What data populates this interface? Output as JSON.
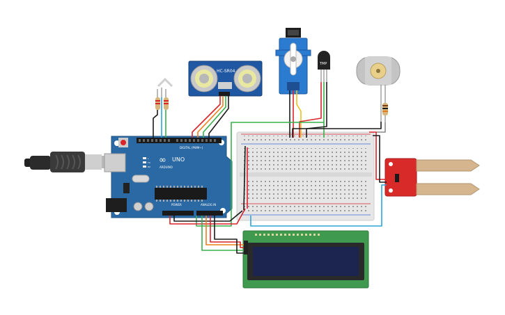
{
  "arduino": {
    "brand_logo": "∞",
    "board_name": "UNO",
    "brand_text": "ARDUINO",
    "digital_label": "DIGITAL (PWM~)",
    "power_label": "POWER",
    "analog_label": "ANALOG IN"
  },
  "ultrasonic": {
    "label": "HC-SR04"
  },
  "temp_sensor": {
    "label": "TMP"
  },
  "colors": {
    "board": "#2a69a3",
    "breadboard": "#e6e6e6",
    "lcd_pcb": "#3f9a4f",
    "lcd_screen": "#1c2550",
    "servo": "#2b7bd1",
    "moisture": "#d92a2a",
    "probe": "#d4b58d",
    "wire_red": "#d8242a",
    "wire_black": "#1a1a1a",
    "wire_green": "#38b04a",
    "wire_orange": "#ef7d1a",
    "wire_yellow": "#e9c21c",
    "wire_blue": "#29a6d9"
  }
}
